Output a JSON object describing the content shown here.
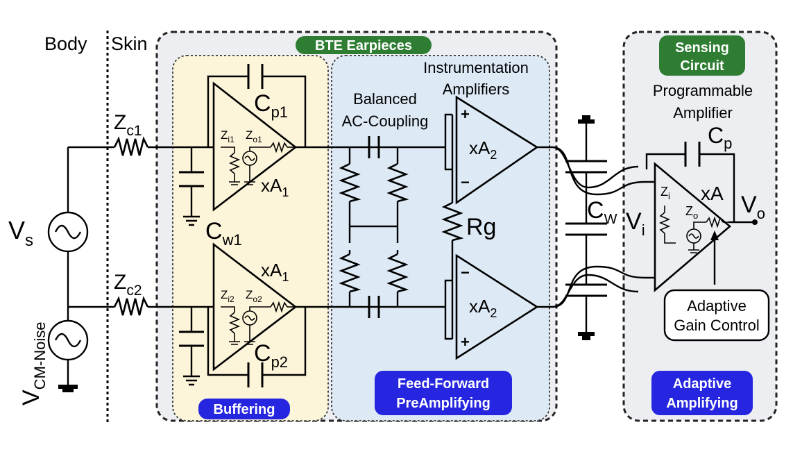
{
  "labels": {
    "body": "Body",
    "skin": "Skin",
    "bte_earpieces": "BTE Earpieces",
    "sensing_circuit_l1": "Sensing",
    "sensing_circuit_l2": "Circuit",
    "instrumentation_l1": "Instrumentation",
    "instrumentation_l2": "Amplifiers",
    "balanced_l1": "Balanced",
    "balanced_l2": "AC-Coupling",
    "programmable_l1": "Programmable",
    "programmable_l2": "Amplifier",
    "adaptive_gain_l1": "Adaptive",
    "adaptive_gain_l2": "Gain Control",
    "buffering": "Buffering",
    "feed_forward_l1": "Feed-Forward",
    "feed_forward_l2": "PreAmplifying",
    "adaptive_amp_l1": "Adaptive",
    "adaptive_amp_l2": "Amplifying"
  },
  "symbols": {
    "zc1": {
      "base": "Z",
      "sub": "c1"
    },
    "zc2": {
      "base": "Z",
      "sub": "c2"
    },
    "vs": {
      "base": "V",
      "sub": "s"
    },
    "vcm": {
      "base": "V",
      "sub": "CM-Noise"
    },
    "cp1": {
      "base": "C",
      "sub": "p1"
    },
    "cp2": {
      "base": "C",
      "sub": "p2"
    },
    "cw1": {
      "base": "C",
      "sub": "w1"
    },
    "zi1": {
      "base": "Z",
      "sub": "i1"
    },
    "zo1": {
      "base": "Z",
      "sub": "o1"
    },
    "zi2": {
      "base": "Z",
      "sub": "i2"
    },
    "zo2": {
      "base": "Z",
      "sub": "o2"
    },
    "xa1_top": {
      "base": "xA",
      "sub": "1"
    },
    "xa1_bot": {
      "base": "xA",
      "sub": "1"
    },
    "xa2_top": {
      "base": "xA",
      "sub": "2"
    },
    "xa2_bot": {
      "base": "xA",
      "sub": "2"
    },
    "rg": "Rg",
    "cw": {
      "base": "C",
      "sub": "W"
    },
    "vi": {
      "base": "V",
      "sub": "i"
    },
    "cp": {
      "base": "C",
      "sub": "p"
    },
    "xa": "xA",
    "zi": {
      "base": "Z",
      "sub": "i"
    },
    "zo": {
      "base": "Z",
      "sub": "o"
    },
    "vo": {
      "base": "V",
      "sub": "o"
    },
    "plus": "+",
    "minus": "−"
  },
  "colors": {
    "green_badge": "#2e7d32",
    "blue_badge": "#2626e0",
    "buffer_fill": "#fdf5d9",
    "preamp_fill": "#ddeaf6",
    "panel_fill": "#eceef2"
  }
}
